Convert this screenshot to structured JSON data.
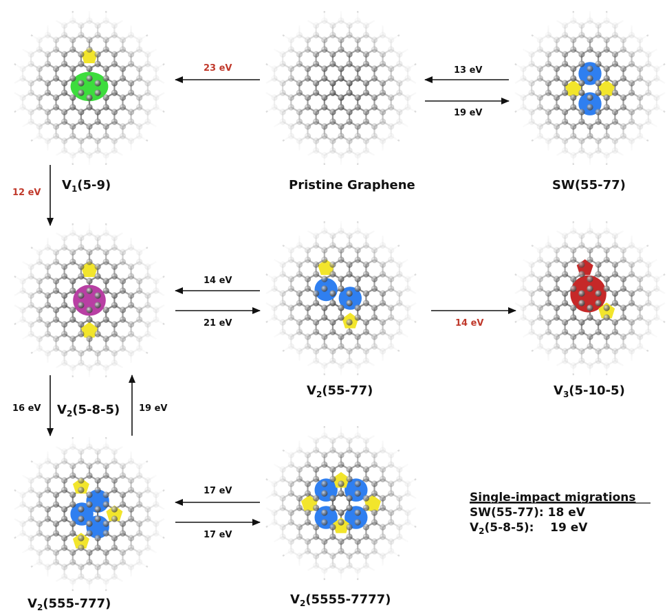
{
  "colors": {
    "five_ring": "#f2e52c",
    "seven_ring": "#2f7ff0",
    "nine_ring": "#3ddc3d",
    "eight_ring": "#b83fa3",
    "ten_ring": "#c62828",
    "atom": "#707070",
    "highlight_energy": "#c0392b",
    "normal_energy": "#111111"
  },
  "structures": [
    {
      "id": "v1",
      "label_main": "V",
      "label_sub": "1",
      "label_rest": "(5-9)"
    },
    {
      "id": "pristine",
      "label_main": "Pristine Graphene",
      "label_sub": "",
      "label_rest": ""
    },
    {
      "id": "sw",
      "label_main": "SW(55-77)",
      "label_sub": "",
      "label_rest": ""
    },
    {
      "id": "v2_585",
      "label_main": "V",
      "label_sub": "2",
      "label_rest": "(5-8-5)"
    },
    {
      "id": "v2_5577",
      "label_main": "V",
      "label_sub": "2",
      "label_rest": "(55-77)"
    },
    {
      "id": "v3",
      "label_main": "V",
      "label_sub": "3",
      "label_rest": "(5-10-5)"
    },
    {
      "id": "v2_555777",
      "label_main": "V",
      "label_sub": "2",
      "label_rest": "(555-777)"
    },
    {
      "id": "v2_55557777",
      "label_main": "V",
      "label_sub": "2",
      "label_rest": "(5555-7777)"
    }
  ],
  "transitions": [
    {
      "id": "pristine-to-v1",
      "label": "23 eV",
      "highlight": true
    },
    {
      "id": "sw-to-pristine",
      "label": "13 eV",
      "highlight": false
    },
    {
      "id": "pristine-to-sw",
      "label": "19 eV",
      "highlight": false
    },
    {
      "id": "v1-to-v2585",
      "label": "12 eV",
      "highlight": true
    },
    {
      "id": "v2577-to-v2585",
      "label": "14 eV",
      "highlight": false
    },
    {
      "id": "v2585-to-v2577",
      "label": "21 eV",
      "highlight": false
    },
    {
      "id": "v2577-to-v3",
      "label": "14 eV",
      "highlight": true
    },
    {
      "id": "v2585-to-v2555",
      "label": "16 eV",
      "highlight": false
    },
    {
      "id": "v2555-to-v2585",
      "label": "19 eV",
      "highlight": false
    },
    {
      "id": "v25555-to-v2555",
      "label": "17 eV",
      "highlight": false
    },
    {
      "id": "v2555-to-v25555",
      "label": "17 eV",
      "highlight": false
    }
  ],
  "legend": {
    "title": "Single-impact migrations",
    "rows": [
      {
        "main": "SW(55-77): 18 eV",
        "sub": ""
      },
      {
        "main": "V",
        "sub": "2",
        "rest": "(5-8-5):    19 eV"
      }
    ]
  }
}
